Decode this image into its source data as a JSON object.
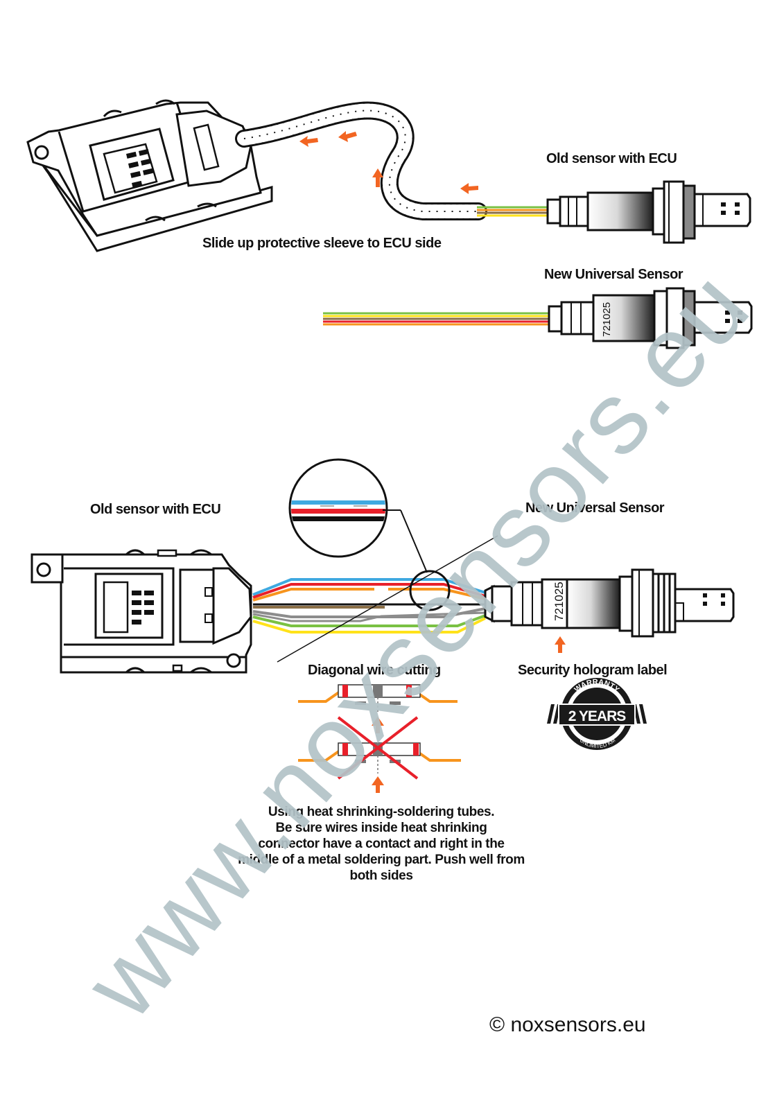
{
  "top": {
    "old_sensor_label": "Old sensor with ECU",
    "new_sensor_label": "New Universal Sensor",
    "sleeve_caption": "Slide up protective sleeve to ECU side",
    "sensor_code": "721025"
  },
  "bottom": {
    "old_sensor_label": "Old sensor with ECU",
    "new_sensor_label": "New Universal Sensor",
    "sensor_code": "721025",
    "diagonal_caption": "Diagonal wire cutting",
    "hologram_caption": "Security hologram label"
  },
  "badge": {
    "top_text": "WARRANTY",
    "main_text": "2 YEARS",
    "bottom_text": "UNLIMITED KM"
  },
  "instructions": [
    "Using heat shrinking-soldering tubes.",
    "Be sure wires inside heat shrinking",
    "connector have a contact and right in the",
    "middle of a metal soldering part. Push well from",
    "both sides"
  ],
  "watermark": "www.noxsensors.eu",
  "copyright": "© noxsensors.eu",
  "colors": {
    "arrow": "#f26522",
    "wire_blue": "#3fa9e0",
    "wire_red": "#e8202a",
    "wire_orange": "#f7941d",
    "wire_green": "#7ac143",
    "wire_yellow": "#ffe21a",
    "wire_brown": "#8b6f47",
    "wire_gray": "#8c8c8c",
    "watermark": "#b3c3c8"
  }
}
